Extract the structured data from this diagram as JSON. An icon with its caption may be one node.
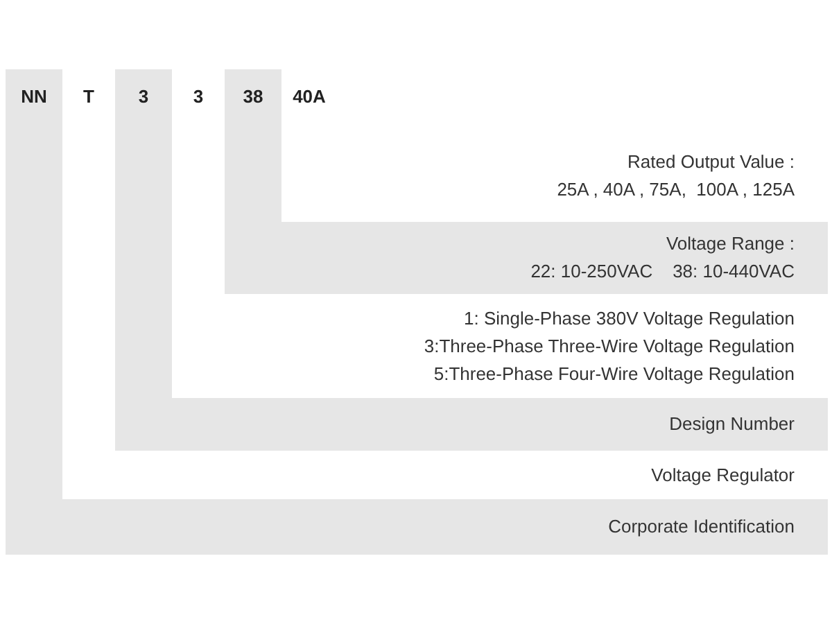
{
  "diagram": {
    "nodes": [
      {
        "text": [
          "NN",
          "Corporate Identification"
        ]
      },
      {
        "text": [
          "T",
          "Voltage Regulator"
        ]
      },
      {
        "text": [
          "3",
          "Design Number"
        ]
      },
      {
        "text": [
          "3",
          "1: Single-Phase 380V Voltage Regulation",
          "3:Three-Phase Three-Wire Voltage Regulation",
          "5:Three-Phase Four-Wire Voltage Regulation"
        ]
      },
      {
        "text": [
          "38",
          "Voltage Range :",
          "22: 10-250VAC    38: 10-440VAC"
        ]
      },
      {
        "text": [
          "40A",
          "Rated Output Value :",
          "25A , 40A , 75A,  100A , 125A"
        ]
      }
    ]
  }
}
